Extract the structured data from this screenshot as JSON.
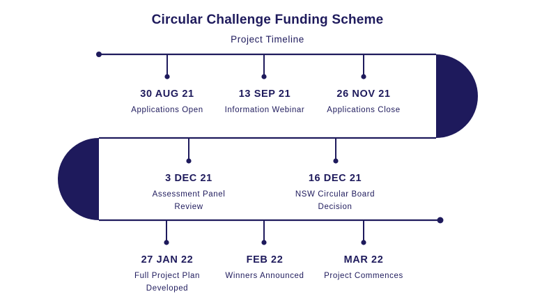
{
  "header": {
    "title": "Circular Challenge Funding Scheme",
    "subtitle": "Project Timeline"
  },
  "colors": {
    "primary": "#1e1a5c"
  },
  "milestones": [
    {
      "date": "30 AUG 21",
      "label": "Applications Open"
    },
    {
      "date": "13 SEP 21",
      "label": "Information Webinar"
    },
    {
      "date": "26 NOV 21",
      "label": "Applications Close"
    },
    {
      "date": "3 DEC 21",
      "label": "Assessment Panel\nReview"
    },
    {
      "date": "16 DEC 21",
      "label": "NSW Circular Board\nDecision"
    },
    {
      "date": "27 JAN 22",
      "label": "Full Project Plan\nDeveloped"
    },
    {
      "date": "FEB 22",
      "label": "Winners Announced"
    },
    {
      "date": "MAR 22",
      "label": "Project Commences"
    }
  ]
}
